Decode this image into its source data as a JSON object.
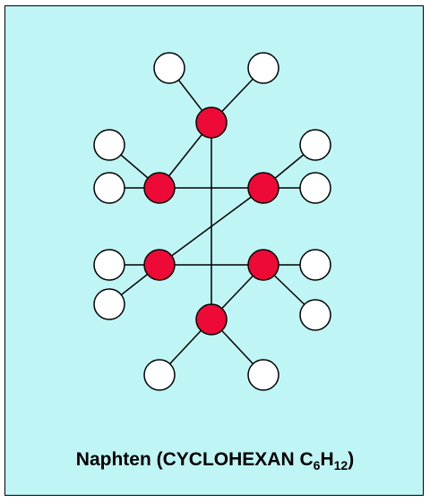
{
  "caption": {
    "prefix": "Naphten (CYCLOHEXAN C",
    "sub1": "6",
    "mid": "H",
    "sub2": "12",
    "suffix": ")"
  },
  "colors": {
    "background": "#bff5f5",
    "border": "#000000",
    "carbon_fill": "#ee0a36",
    "hydrogen_fill": "#ffffff",
    "bond": "#000000"
  },
  "molecule": {
    "carbons": [
      "C1",
      "C2",
      "C3",
      "C4",
      "C5",
      "C6"
    ],
    "hydrogens": [
      "H1",
      "H2",
      "H3",
      "H4",
      "H5",
      "H6",
      "H7",
      "H8",
      "H9",
      "H10",
      "H11",
      "H12"
    ],
    "cc_bonds": [
      [
        "C1",
        "C2"
      ],
      [
        "C2",
        "C3"
      ],
      [
        "C3",
        "C4"
      ],
      [
        "C4",
        "C5"
      ],
      [
        "C5",
        "C6"
      ],
      [
        "C6",
        "C1"
      ]
    ],
    "ch_bonds": [
      [
        "C1",
        "H1"
      ],
      [
        "C1",
        "H2"
      ],
      [
        "C2",
        "H3"
      ],
      [
        "C2",
        "H4"
      ],
      [
        "C3",
        "H5"
      ],
      [
        "C3",
        "H6"
      ],
      [
        "C4",
        "H7"
      ],
      [
        "C4",
        "H8"
      ],
      [
        "C5",
        "H9"
      ],
      [
        "C5",
        "H10"
      ],
      [
        "C6",
        "H11"
      ],
      [
        "C6",
        "H12"
      ]
    ]
  }
}
